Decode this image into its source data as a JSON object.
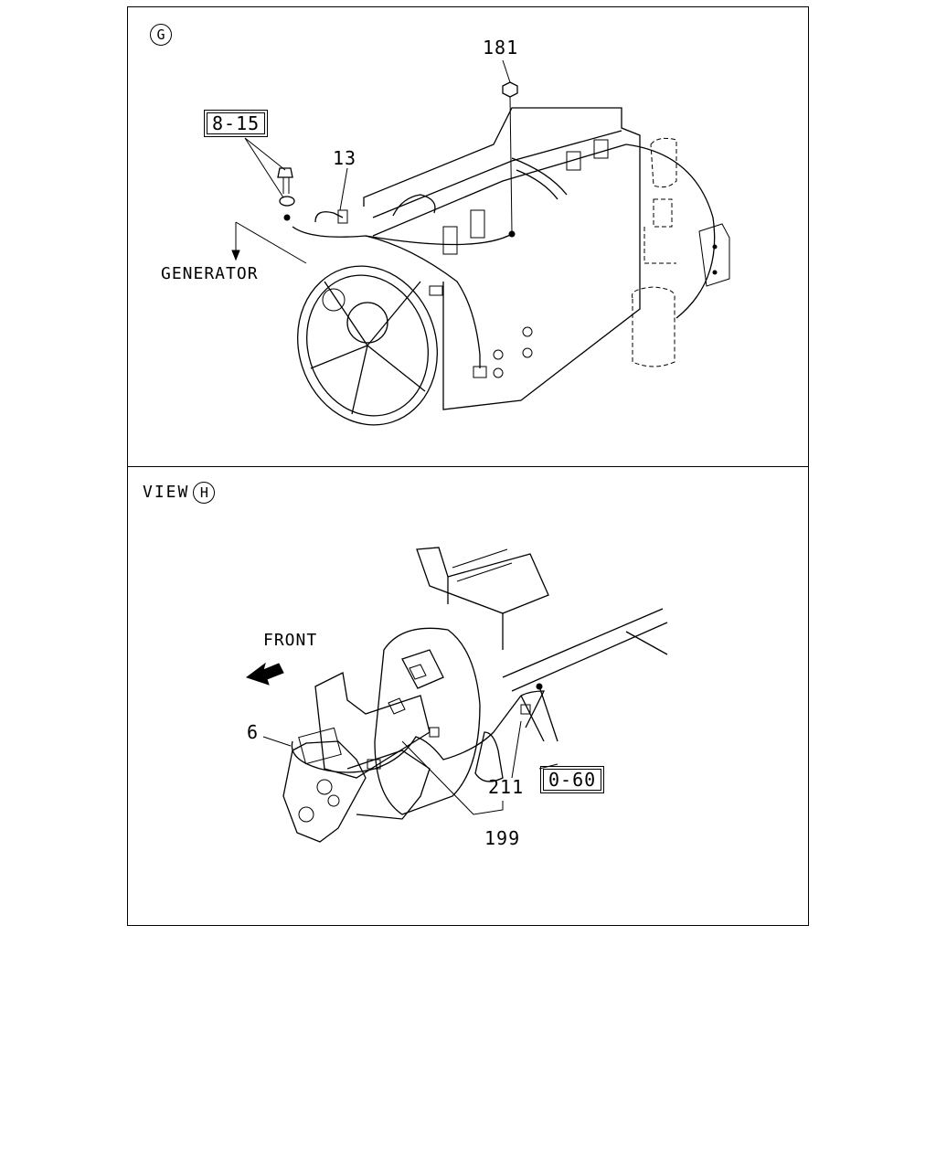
{
  "top_panel": {
    "view_marker": "G",
    "callouts": {
      "nut": "181",
      "bolt_group": "8-15",
      "harness": "13",
      "generator": "GENERATOR"
    }
  },
  "bottom_panel": {
    "view_prefix": "VIEW",
    "view_marker": "H",
    "callouts": {
      "front": "FRONT",
      "part_6": "6",
      "part_211": "211",
      "ref_box": "0-60",
      "part_199": "199"
    }
  }
}
